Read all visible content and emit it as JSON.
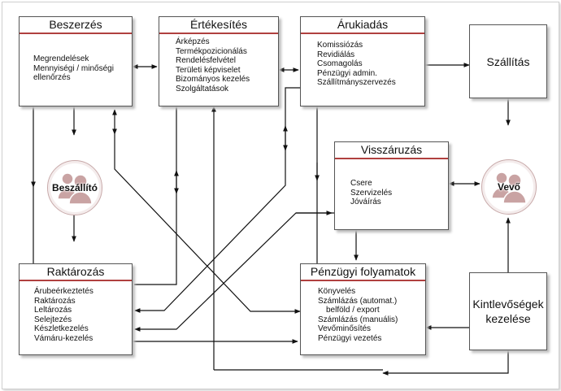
{
  "beszerzes": {
    "title": "Beszerzés",
    "items": [
      "Megrendelések",
      "Mennyiségi / minőségi",
      "ellenőrzés"
    ]
  },
  "ertekesites": {
    "title": "Értékesítés",
    "items": [
      "Árképzés",
      "Termékpozicionálás",
      "Rendelésfelvétel",
      "Területi képviselet",
      "Bizományos kezelés",
      "Szolgáltatások"
    ]
  },
  "arukiadas": {
    "title": "Árukiadás",
    "items": [
      "Komissiózás",
      "Revidiálás",
      "Csomagolás",
      "Pénzügyi admin.",
      "Szállítmányszervezés"
    ]
  },
  "szallitas": {
    "title": "Szállítás"
  },
  "visszaruzas": {
    "title": "Visszáruzás",
    "items": [
      "Csere",
      "Szervizelés",
      "Jóváírás"
    ]
  },
  "raktarozas": {
    "title": "Raktározás",
    "items": [
      "Árubeérkeztetés",
      "Raktározás",
      "Leltározás",
      "Selejtezés",
      "Készletkezelés",
      "Vámáru-kezelés"
    ]
  },
  "penzugyi": {
    "title": "Pénzügyi folyamatok",
    "items": [
      "Könyvelés",
      "Számlázás (automat.)",
      "belföld / export",
      "Számlázás (manuális)",
      "Vevőminősítés",
      "Pénzügyi vezetés"
    ]
  },
  "kintlevosegek": {
    "title_line1": "Kintlevőségek",
    "title_line2": "kezelése"
  },
  "beszallito": {
    "label": "Beszállító",
    "icon": "people-icon"
  },
  "vevo": {
    "label": "Vevő",
    "icon": "people-icon"
  },
  "colors": {
    "accent": "#b0403f",
    "line": "#111111",
    "icon": "#c9a3a3"
  }
}
